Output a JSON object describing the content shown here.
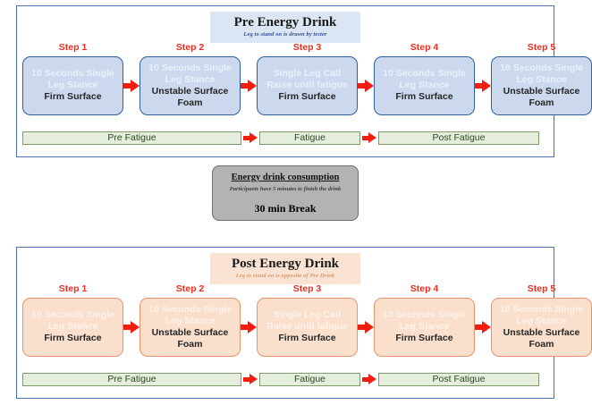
{
  "pre_panel": {
    "banner": {
      "title": "Pre Energy Drink",
      "subtitle": "Leg to stand on is drawn by tester"
    },
    "steps": [
      {
        "label": "Step 1",
        "faded_lines": [
          "10 Seconds Single",
          "Leg Stance"
        ],
        "bold_lines": [
          "Firm Surface"
        ]
      },
      {
        "label": "Step 2",
        "faded_lines": [
          "10 Seconds Single",
          "Leg Stance"
        ],
        "bold_lines": [
          "Unstable Surface",
          "Foam"
        ]
      },
      {
        "label": "Step 3",
        "faded_lines": [
          "Single Leg Calf",
          "Raise until fatigue"
        ],
        "bold_lines": [
          "Firm Surface"
        ]
      },
      {
        "label": "Step 4",
        "faded_lines": [
          "10 Seconds Single",
          "Leg Stance"
        ],
        "bold_lines": [
          "Firm Surface"
        ]
      },
      {
        "label": "Step 5",
        "faded_lines": [
          "10 Seconds Single",
          "Leg Stance"
        ],
        "bold_lines": [
          "Unstable Surface",
          "Foam"
        ]
      }
    ],
    "fatigue_bars": [
      "Pre Fatigue",
      "Fatigue",
      "Post Fatigue"
    ]
  },
  "break_box": {
    "title": "Energy drink consumption",
    "subtitle": "Participants have 5 minutes to finish the drink",
    "main": "30 min Break"
  },
  "post_panel": {
    "banner": {
      "title": "Post Energy Drink",
      "subtitle": "Leg to stand on is opposite of Pre Drink"
    },
    "steps": [
      {
        "label": "Step 1",
        "faded_lines": [
          "10 Seconds Single",
          "Leg Stance"
        ],
        "bold_lines": [
          "Firm Surface"
        ]
      },
      {
        "label": "Step 2",
        "faded_lines": [
          "10 Seconds Single",
          "Leg Stance"
        ],
        "bold_lines": [
          "Unstable Surface",
          "Foam"
        ]
      },
      {
        "label": "Step 3",
        "faded_lines": [
          "Single Leg Calf",
          "Raise until fatigue"
        ],
        "bold_lines": [
          "Firm Surface"
        ]
      },
      {
        "label": "Step 4",
        "faded_lines": [
          "10 Seconds Single",
          "Leg Stance"
        ],
        "bold_lines": [
          "Firm Surface"
        ]
      },
      {
        "label": "Step 5",
        "faded_lines": [
          "10 Seconds Single",
          "Leg Stance"
        ],
        "bold_lines": [
          "Unstable Surface",
          "Foam"
        ]
      }
    ],
    "fatigue_bars": [
      "Pre Fatigue",
      "Fatigue",
      "Post Fatigue"
    ]
  },
  "colors": {
    "panel_border": "#4a6fb5",
    "pre_box_fill": "#ccd8ee",
    "pre_box_border": "#2e5fa3",
    "post_box_fill": "#fadfcc",
    "post_box_border": "#e8926a",
    "step_label": "#ef2d21",
    "arrow": "#f41e10",
    "fatigue_fill": "#e5eedd",
    "fatigue_border": "#7d9b6b",
    "break_fill": "#b3b3b3"
  }
}
